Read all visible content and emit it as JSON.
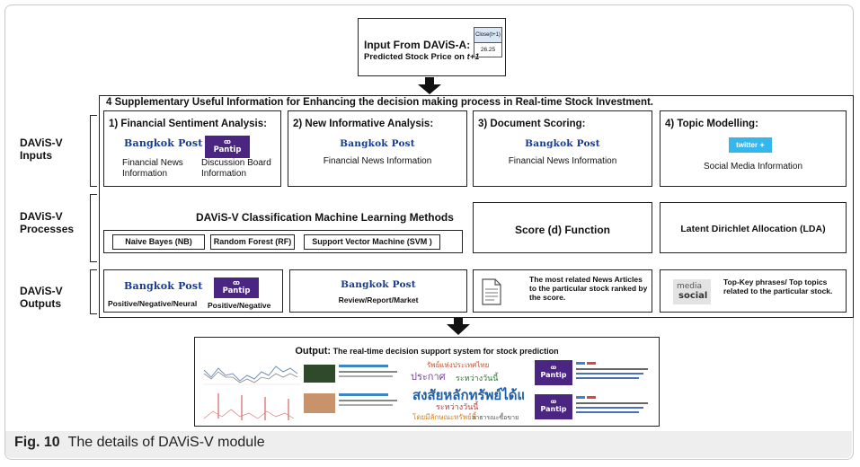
{
  "input": {
    "title": "Input From DAViS-A:",
    "subtitle": "Predicted Stock Price on ",
    "subtitle_em": "t+1",
    "table_header": "Close(t+1)",
    "table_value": "26.25"
  },
  "main_title": "4 Supplementary Useful Information for Enhancing the decision making process in Real-time Stock Investment.",
  "stage_labels": {
    "inputs": [
      "DAViS-V",
      "Inputs"
    ],
    "processes": [
      "DAViS-V",
      "Processes"
    ],
    "outputs": [
      "DAViS-V",
      "Outputs"
    ]
  },
  "brand": {
    "bangkok_post": "Bangkok Post",
    "pantip": "Pantip",
    "twitter": "twitter"
  },
  "columns": [
    {
      "title": "1) Financial Sentiment Analysis:",
      "src1": "Financial News Information",
      "src2": "Discussion Board Information"
    },
    {
      "title": "2) New Informative Analysis:",
      "src1": "Financial News Information"
    },
    {
      "title": "3) Document Scoring:",
      "src1": "Financial News Information"
    },
    {
      "title": "4) Topic Modelling:",
      "src1": "Social Media Information"
    }
  ],
  "process": {
    "classification_title": "DAViS-V Classification Machine Learning Methods",
    "methods": [
      "Naive Bayes (NB)",
      "Random Forest (RF)",
      "Support Vector Machine (SVM )"
    ],
    "score": "Score (d) Function",
    "lda": "Latent Dirichlet Allocation (LDA)"
  },
  "outputs": {
    "sentiment_bp": "Positive/Negative/Neural",
    "sentiment_pantip": "Positive/Negative",
    "informative": "Review/Report/Market",
    "scoring": "The most related News Articles to the particular stock ranked by the score.",
    "topic": "Top-Key phrases/ Top topics related to the particular stock.",
    "wordcloud_words": [
      "media",
      "social"
    ]
  },
  "final": {
    "label": "Output:",
    "text": " The real-time decision support system for stock prediction",
    "thai_words": [
      "รัพย์แห่งประเทศไทย",
      "ประกาศ",
      "ระหว่างวันนี้",
      "สงสัยหลักทรัพย์ได้แก่",
      "ระหว่างวันนี้",
      "โดยมีลักษณะทรัพย์นี้",
      "สาธารณะซื้อขาย"
    ]
  },
  "caption": {
    "label": "Fig. 10",
    "text": "The details of DAViS-V module"
  },
  "colors": {
    "bangkok_post": "#173a8f",
    "pantip": "#4b2582",
    "twitter": "#35b6ec",
    "caption_band": "#eeeeee"
  }
}
